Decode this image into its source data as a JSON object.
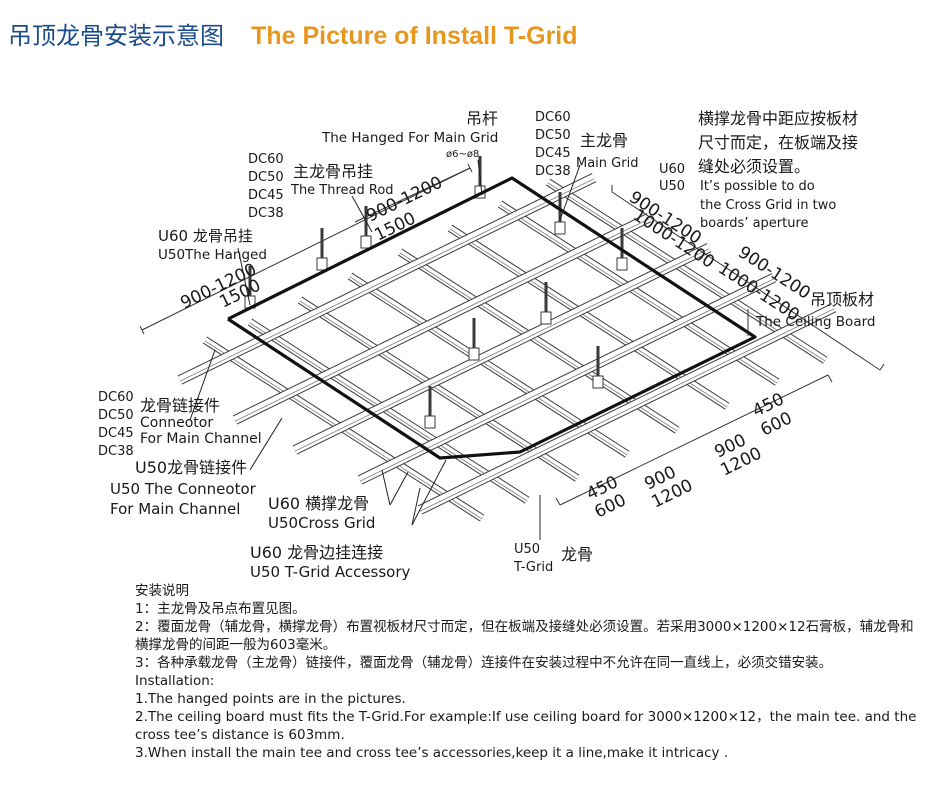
{
  "title": {
    "cn": "吊顶龙骨安装示意图",
    "en": "The Picture of Install T-Grid",
    "cn_color": "#1a4c8c",
    "en_color": "#e8971e"
  },
  "labels": {
    "hanger_rod_cn": "吊杆",
    "hanger_rod_en": "The Hanged For Main Grid",
    "hanger_rod_dia": "ø6~ø8",
    "main_grid_models": [
      "DC60",
      "DC50",
      "DC45",
      "DC38"
    ],
    "main_grid_cn": "主龙骨",
    "main_grid_en": "Main Grid",
    "cross_note_cn_1": "横撑龙骨中距应按板材",
    "cross_note_cn_2": "尺寸而定，在板端及接",
    "cross_note_cn_3": "缝处必须设置。",
    "u_models": [
      "U60",
      "U50"
    ],
    "cross_note_en_1": "It’s possible to do",
    "cross_note_en_2": "the Cross Grid in two",
    "cross_note_en_3": "boards’ aperture",
    "thread_rod_models": [
      "DC60",
      "DC50",
      "DC45",
      "DC38"
    ],
    "thread_rod_cn": "主龙骨吊挂",
    "thread_rod_en": "The Thread Rod",
    "hanged_cn": "U60 龙骨吊挂",
    "hanged_en": "U50The Hanged",
    "ceiling_board_cn": "吊顶板材",
    "ceiling_board_en": "The Ceiling Board",
    "connector_models": [
      "DC60",
      "DC50",
      "DC45",
      "DC38"
    ],
    "connector_cn": "龙骨链接件",
    "connector_en_1": "Conneotor",
    "connector_en_2": "For Main Channel",
    "u50_connector_cn": "U50龙骨链接件",
    "u50_connector_en_1": "U50 The Conneotor",
    "u50_connector_en_2": "For Main Channel",
    "cross_grid_cn": "U60 横撑龙骨",
    "cross_grid_en": "U50Cross Grid",
    "accessory_cn": "U60 龙骨边挂连接",
    "accessory_en": "U50 T-Grid Accessory",
    "tgrid_u50": "U50",
    "tgrid_en": "T-Grid",
    "tgrid_cn": "龙骨"
  },
  "dimensions": {
    "top_a": "900-1200",
    "top_b": "1500",
    "left_a": "900-1200",
    "left_b": "1500",
    "right_a": "900-1200",
    "right_b": "1000-1200",
    "right_c": "900-1200",
    "right_d": "1000-1200",
    "br_a": "450",
    "br_b": "600",
    "br_c": "900",
    "br_d": "1200",
    "bm_a": "450",
    "bm_b": "600",
    "bm_c": "900",
    "bm_d": "1200"
  },
  "notes": {
    "heading": "安装说明",
    "cn1": "1：主龙骨及吊点布置见图。",
    "cn2": "2：覆面龙骨（辅龙骨，横撑龙骨）布置视板材尺寸而定，但在板端及接缝处必须设置。若采用3000×1200×12石膏板，辅龙骨和横撑龙骨的间距一般为603毫米。",
    "cn3": "3：各种承载龙骨（主龙骨）链接件，覆面龙骨（辅龙骨）连接件在安装过程中不允许在同一直线上，必须交错安装。",
    "en_heading": "Installation:",
    "en1": "1.The hanged points are in the pictures.",
    "en2": "2.The ceiling board must fits the T-Grid.For example:If use ceiling board for 3000×1200×12，the main tee. and the cross tee’s distance is 603mm.",
    "en3": "3.When install the main tee and cross tee’s accessories,keep it a line,make it intricacy ."
  }
}
